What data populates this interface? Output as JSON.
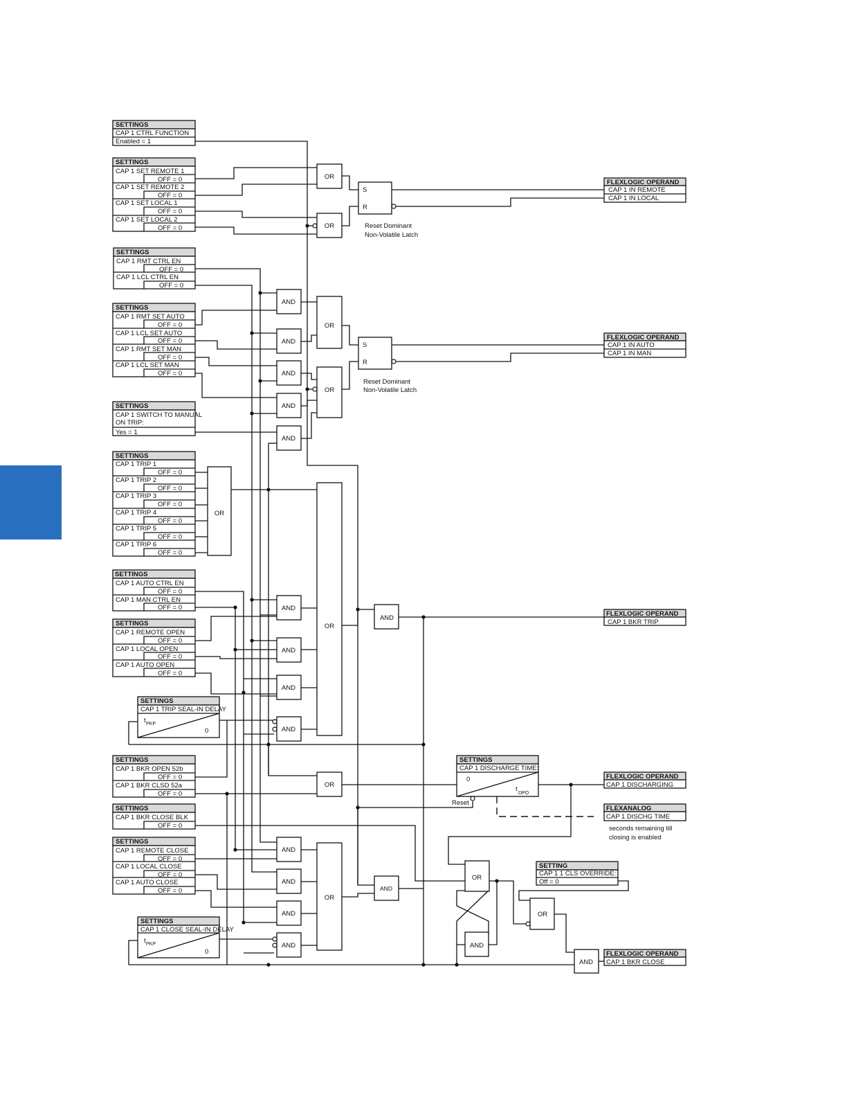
{
  "settings_blocks": [
    {
      "header": "SETTINGS",
      "rows": [
        "CAP 1 CTRL FUNCTION",
        "Enabled = 1"
      ]
    },
    {
      "header": "SETTINGS",
      "rows": [
        "CAP 1 SET REMOTE 1",
        "OFF = 0",
        "CAP 1 SET REMOTE 2",
        "OFF = 0",
        "CAP 1 SET LOCAL 1",
        "OFF = 0",
        "CAP 1 SET LOCAL 2",
        "OFF = 0"
      ]
    },
    {
      "header": "SETTINGS",
      "rows": [
        "CAP 1 RMT CTRL EN",
        "OFF = 0",
        "CAP 1 LCL CTRL EN",
        "OFF = 0"
      ]
    },
    {
      "header": "SETTINGS",
      "rows": [
        "CAP 1 RMT SET AUTO",
        "OFF = 0",
        "CAP 1 LCL SET AUTO",
        "OFF = 0",
        "CAP 1 RMT SET MAN",
        "OFF = 0",
        "CAP 1 LCL SET MAN",
        "OFF = 0"
      ]
    },
    {
      "header": "SETTINGS",
      "rows": [
        "CAP 1 SWITCH TO MANUAL",
        "ON TRIP:",
        "Yes = 1"
      ]
    },
    {
      "header": "SETTINGS",
      "rows": [
        "CAP 1 TRIP 1",
        "OFF = 0",
        "CAP 1 TRIP 2",
        "OFF = 0",
        "CAP 1 TRIP 3",
        "OFF = 0",
        "CAP 1 TRIP 4",
        "OFF = 0",
        "CAP 1 TRIP 5",
        "OFF = 0",
        "CAP 1 TRIP 6",
        "OFF = 0"
      ]
    },
    {
      "header": "SETTINGS",
      "rows": [
        "CAP 1 AUTO CTRL EN",
        "OFF = 0",
        "CAP 1 MAN CTRL EN",
        "OFF = 0"
      ]
    },
    {
      "header": "SETTINGS",
      "rows": [
        "CAP 1 REMOTE OPEN",
        "OFF = 0",
        "CAP 1 LOCAL OPEN",
        "OFF = 0",
        "CAP 1 AUTO OPEN",
        "OFF = 0"
      ]
    },
    {
      "header": "SETTINGS",
      "rows": [
        "CAP 1 BKR OPEN 52b",
        "OFF = 0",
        "CAP 1 BKR CLSD 52a",
        "OFF = 0"
      ]
    },
    {
      "header": "SETTINGS",
      "rows": [
        "CAP 1 BKR CLOSE BLK",
        "OFF = 0"
      ]
    },
    {
      "header": "SETTINGS",
      "rows": [
        "CAP 1 REMOTE CLOSE",
        "OFF = 0",
        "CAP 1 LOCAL CLOSE",
        "OFF = 0",
        "CAP 1 AUTO CLOSE",
        "OFF = 0"
      ]
    }
  ],
  "timers": [
    {
      "header": "SETTINGS",
      "name": "CAP 1 TRIP SEAL-IN DELAY",
      "t_main": "t",
      "t_sub": "PKP",
      "zero": "0"
    },
    {
      "header": "SETTINGS",
      "name": "CAP 1 CLOSE SEAL-IN DELAY",
      "t_main": "t",
      "t_sub": "PKP",
      "zero": "0"
    },
    {
      "header": "SETTINGS",
      "name": "CAP 1 DISCHARGE TIME:",
      "t_main": "t",
      "t_sub": "DPO",
      "zero": "0",
      "reset": "Reset"
    }
  ],
  "override_setting": {
    "header": "SETTING",
    "rows": [
      "CAP 1 1 CLS OVERRIDE:",
      "Off = 0"
    ]
  },
  "outputs": [
    {
      "header": "FLEXLOGIC OPERAND",
      "rows": [
        "CAP 1 IN REMOTE",
        "CAP 1 IN LOCAL"
      ]
    },
    {
      "header": "FLEXLOGIC OPERAND",
      "rows": [
        "CAP 1 IN AUTO",
        "CAP 1 IN MAN"
      ]
    },
    {
      "header": "FLEXLOGIC OPERAND",
      "rows": [
        "CAP 1 BKR TRIP"
      ]
    },
    {
      "header": "FLEXLOGIC OPERAND",
      "rows": [
        "CAP 1 DISCHARGING"
      ]
    },
    {
      "header": "FLEXANALOG",
      "rows": [
        "CAP 1 DISCHG TIME"
      ]
    },
    {
      "header": "FLEXLOGIC OPERAND",
      "rows": [
        "CAP 1 BKR CLOSE"
      ]
    }
  ],
  "gates": {
    "or": "OR",
    "and": "AND"
  },
  "latches": [
    {
      "s": "S",
      "r": "R",
      "caption1": "Reset Dominant",
      "caption2": "Non-Volatile Latch"
    },
    {
      "s": "S",
      "r": "R",
      "caption1": "Reset Dominant",
      "caption2": "Non-Volatile Latch"
    }
  ],
  "flexanalog_note": [
    "seconds remaining till",
    "closing is enabled"
  ],
  "tab_color": "#2a6fbf"
}
